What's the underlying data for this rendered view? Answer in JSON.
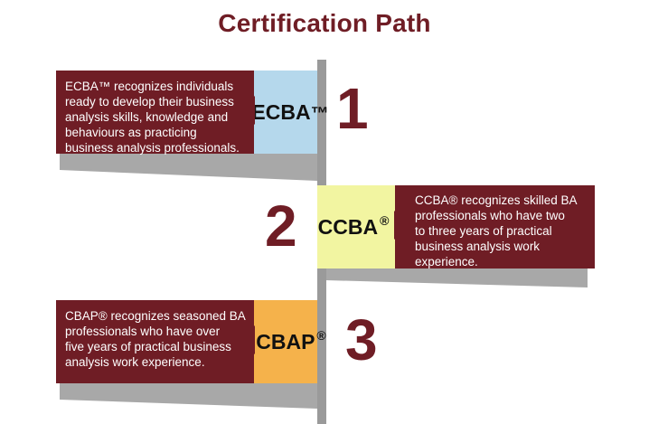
{
  "title": "Certification Path",
  "colors": {
    "maroon": "#6f1d25",
    "pole": "#9a9a9a",
    "ecba_box": "#b5d8ec",
    "ccba_box": "#f2f5a1",
    "cbap_box": "#f5b24b",
    "shadow": "#a8a8a8"
  },
  "steps": [
    {
      "number": "1",
      "name": "ECBA",
      "mark": "™",
      "description_lines": [
        "ECBA™ recognizes individuals",
        "ready to develop their business",
        "analysis skills, knowledge and",
        "behaviours as practicing",
        "business analysis professionals."
      ]
    },
    {
      "number": "2",
      "name": "CCBA",
      "mark": "®",
      "description_lines": [
        "CCBA® recognizes skilled BA",
        "professionals who have two",
        "to three years of practical",
        "business analysis work",
        "experience."
      ]
    },
    {
      "number": "3",
      "name": "CBAP",
      "mark": "®",
      "description_lines": [
        "CBAP® recognizes seasoned BA",
        "professionals who have over",
        "five years of practical business",
        "analysis work experience."
      ]
    }
  ]
}
